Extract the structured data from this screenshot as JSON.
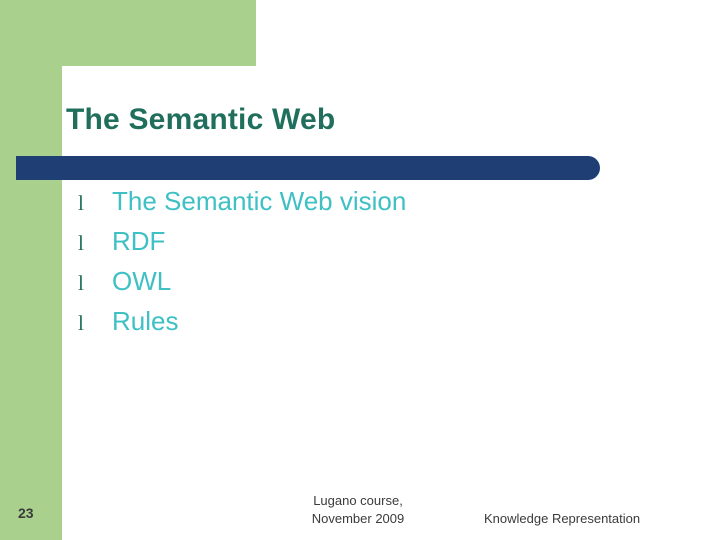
{
  "slide": {
    "title": "The Semantic Web",
    "bullets": [
      {
        "marker": "l",
        "text": "The Semantic Web vision"
      },
      {
        "marker": "l",
        "text": "RDF"
      },
      {
        "marker": "l",
        "text": "OWL"
      },
      {
        "marker": "l",
        "text": "Rules"
      }
    ],
    "footer": {
      "page_number": "23",
      "course_line1": "Lugano course,",
      "course_line2": "November 2009",
      "topic": "Knowledge Representation"
    },
    "colors": {
      "accent_green": "#aad08d",
      "title_green": "#1f6f5c",
      "bar_blue": "#1f3f74",
      "bullet_teal": "#3ec0c4"
    }
  }
}
